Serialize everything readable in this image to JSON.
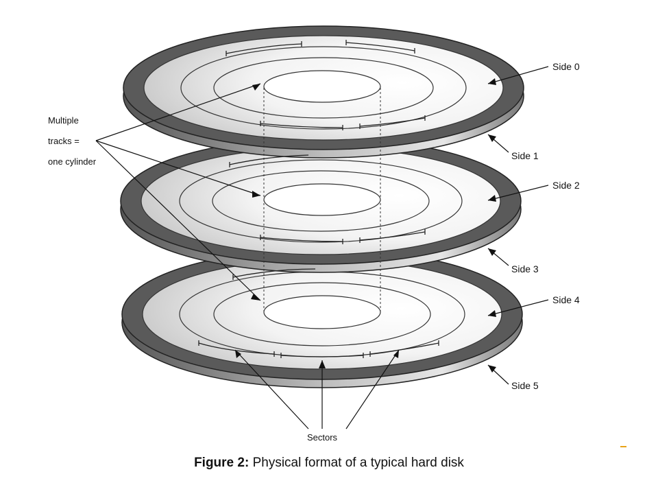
{
  "labels": {
    "side0": "Side 0",
    "side1": "Side 1",
    "side2": "Side 2",
    "side3": "Side 3",
    "side4": "Side 4",
    "side5": "Side 5",
    "tracks_line1": "Multiple",
    "tracks_line2": "tracks =",
    "tracks_line3": "one cylinder",
    "sectors": "Sectors"
  },
  "caption": {
    "prefix": "Figure 2:",
    "text": " Physical format of a typical hard disk"
  },
  "colors": {
    "platter_edge": "#4a4a4a",
    "platter_top": "#f2f2f2",
    "accent_mark": "#e8a317"
  }
}
